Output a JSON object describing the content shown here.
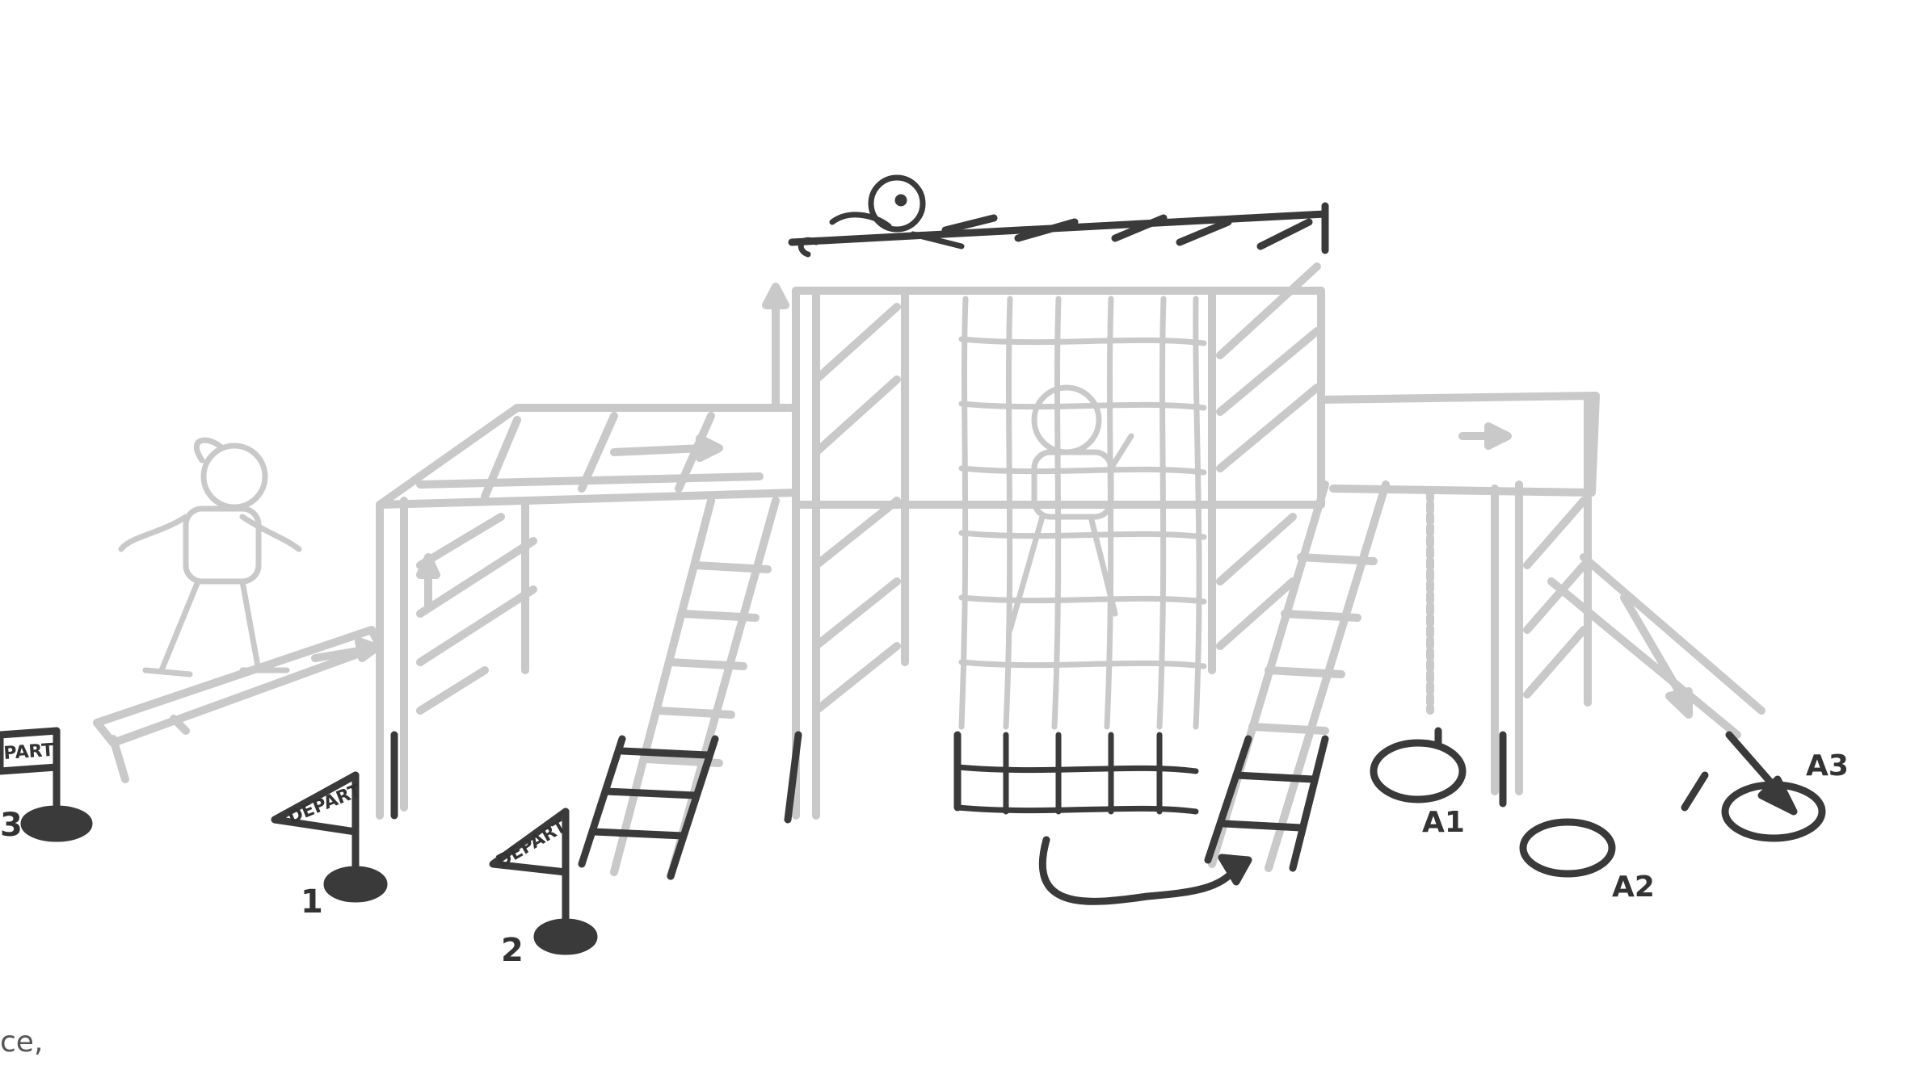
{
  "signs": {
    "s1": "DEPART",
    "s2": "DEPART",
    "s3": "PART"
  },
  "station_labels": {
    "n1": "1",
    "n2": "2",
    "n3": "3",
    "a1": "A1",
    "a2": "A2",
    "a3": "A3"
  },
  "fragments": {
    "bottom_left": "ce,"
  }
}
